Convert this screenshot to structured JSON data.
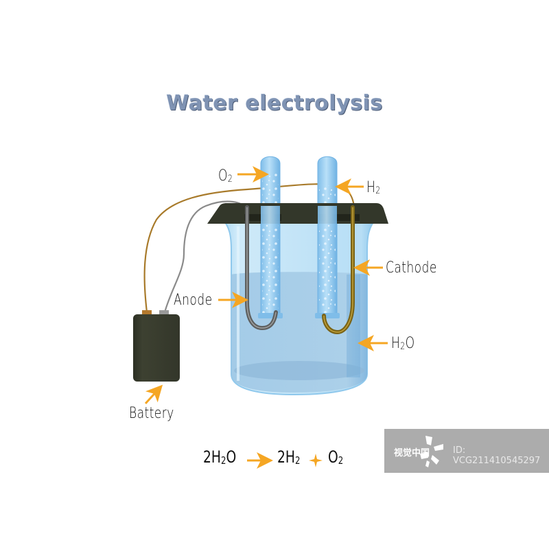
{
  "title": "Water electrolysis",
  "labels": {
    "o2": {
      "main": "O",
      "sub": "2"
    },
    "h2": {
      "main": "H",
      "sub": "2"
    },
    "cathode": "Cathode",
    "anode": "Anode",
    "h2o": {
      "pre": "H",
      "sub": "2",
      "post": "O"
    },
    "battery": "Battery"
  },
  "equation": {
    "reactant": {
      "coef": "2",
      "pre": "H",
      "sub": "2",
      "post": "O"
    },
    "product1": {
      "coef": "2",
      "pre": "H",
      "sub": "2"
    },
    "plus": "+",
    "product2": {
      "pre": "O",
      "sub": "2"
    }
  },
  "watermark": {
    "brand": "视觉中国",
    "id": "ID: VCG211410545297"
  },
  "colors": {
    "title": "#7f93b3",
    "arrow": "#f5a623",
    "lid": "#33372a",
    "water": "#9ec9e8",
    "glass": "#bfe2f7",
    "anode_wire": "#7a7a7a",
    "cathode_wire": "#8a6a1e",
    "battery": "#3a3d2e"
  }
}
